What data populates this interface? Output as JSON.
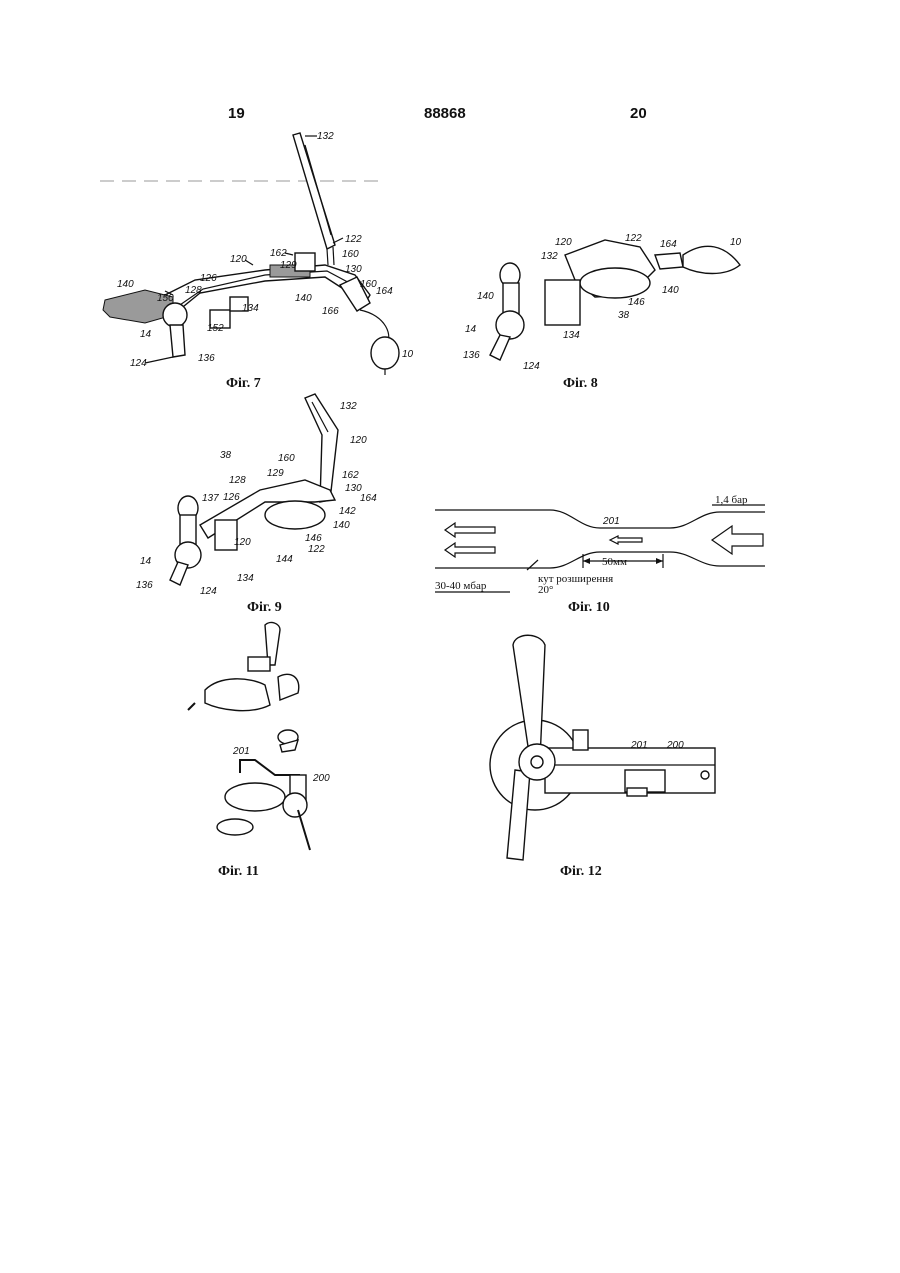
{
  "header": {
    "left_page": "19",
    "patent_number": "88868",
    "right_page": "20"
  },
  "figures": {
    "fig7": {
      "caption": "Фіг. 7",
      "labels": {
        "l132": "132",
        "l122": "122",
        "l162": "162",
        "l160a": "160",
        "l129": "129",
        "l130": "130",
        "l120": "120",
        "l126": "126",
        "l128": "128",
        "l140a": "140",
        "l150": "150",
        "l152": "152",
        "l134": "134",
        "l140b": "140",
        "l160b": "160",
        "l164": "164",
        "l166": "166",
        "l14": "14",
        "l124": "124",
        "l136": "136",
        "l10": "10"
      }
    },
    "fig8": {
      "caption": "Фіг. 8",
      "labels": {
        "l122": "122",
        "l164": "164",
        "l10": "10",
        "l120": "120",
        "l132": "132",
        "l140a": "140",
        "l146": "146",
        "l140b": "140",
        "l38": "38",
        "l134": "134",
        "l14": "14",
        "l136": "136",
        "l124": "124"
      }
    },
    "fig9": {
      "caption": "Фіг. 9",
      "labels": {
        "l132": "132",
        "l120a": "120",
        "l38": "38",
        "l160": "160",
        "l162": "162",
        "l129": "129",
        "l128": "128",
        "l130": "130",
        "l164": "164",
        "l126": "126",
        "l137": "137",
        "l142": "142",
        "l140": "140",
        "l146": "146",
        "l120b": "120",
        "l122": "122",
        "l144": "144",
        "l14": "14",
        "l134": "134",
        "l136": "136",
        "l124": "124"
      }
    },
    "fig10": {
      "caption": "Фіг. 10",
      "labels": {
        "l201": "201",
        "inlet_pressure": "1,4 бар",
        "distance": "50мм",
        "angle_line1": "кут розширення",
        "angle_line2": "20°",
        "outlet_pressure": "30-40 мбар"
      }
    },
    "fig11": {
      "caption": "Фіг. 11",
      "labels": {
        "l201": "201",
        "l200": "200"
      }
    },
    "fig12": {
      "caption": "Фіг. 12",
      "labels": {
        "l201": "201",
        "l200": "200"
      }
    }
  }
}
